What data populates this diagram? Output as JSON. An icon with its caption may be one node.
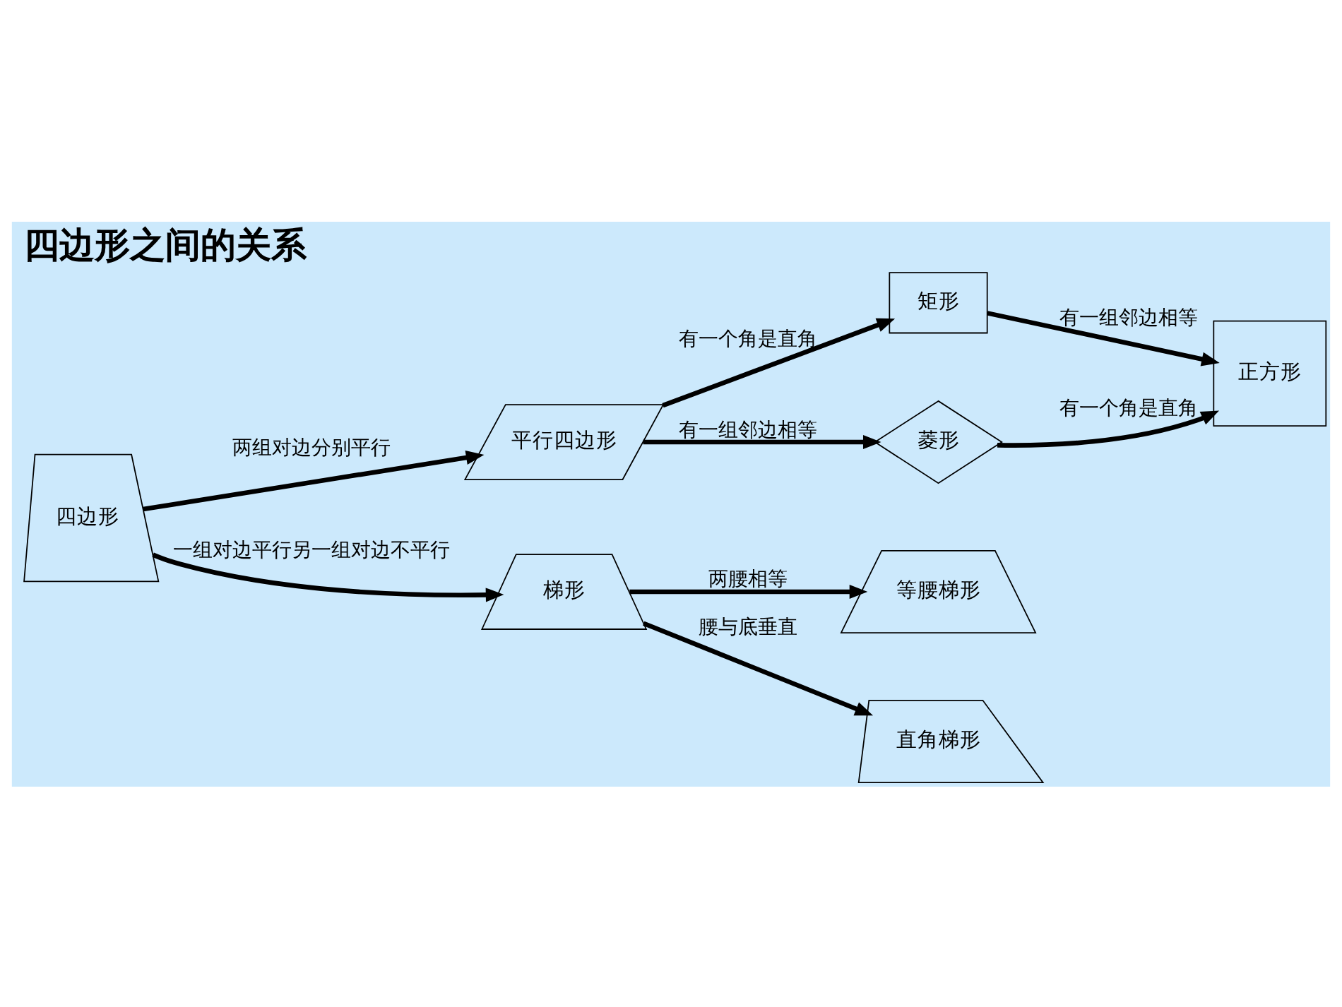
{
  "diagram": {
    "title": "四边形之间的关系",
    "nodes": [
      {
        "text": [
          "四边形"
        ]
      },
      {
        "text": [
          "平行四边形"
        ]
      },
      {
        "text": [
          "矩形"
        ]
      },
      {
        "text": [
          "菱形"
        ]
      },
      {
        "text": [
          "正方形"
        ]
      },
      {
        "text": [
          "梯形"
        ]
      },
      {
        "text": [
          "等腰梯形"
        ]
      },
      {
        "text": [
          "直角梯形"
        ]
      }
    ],
    "edges": [
      {
        "from": 0,
        "to": 1,
        "arrow": "to",
        "label": "两组对边分别平行"
      },
      {
        "from": 1,
        "to": 2,
        "arrow": "to",
        "label": "有一个角是直角"
      },
      {
        "from": 2,
        "to": 4,
        "arrow": "to",
        "label": "有一组邻边相等"
      },
      {
        "from": 1,
        "to": 3,
        "arrow": "to",
        "label": "有一组邻边相等"
      },
      {
        "from": 3,
        "to": 4,
        "arrow": "to",
        "label": "有一个角是直角"
      },
      {
        "from": 0,
        "to": 5,
        "arrow": "to",
        "label": "一组对边平行另一组对边不平行"
      },
      {
        "from": 5,
        "to": 6,
        "arrow": "to",
        "label": "两腰相等"
      },
      {
        "from": 5,
        "to": 7,
        "arrow": "to",
        "label": "腰与底垂直"
      }
    ]
  }
}
